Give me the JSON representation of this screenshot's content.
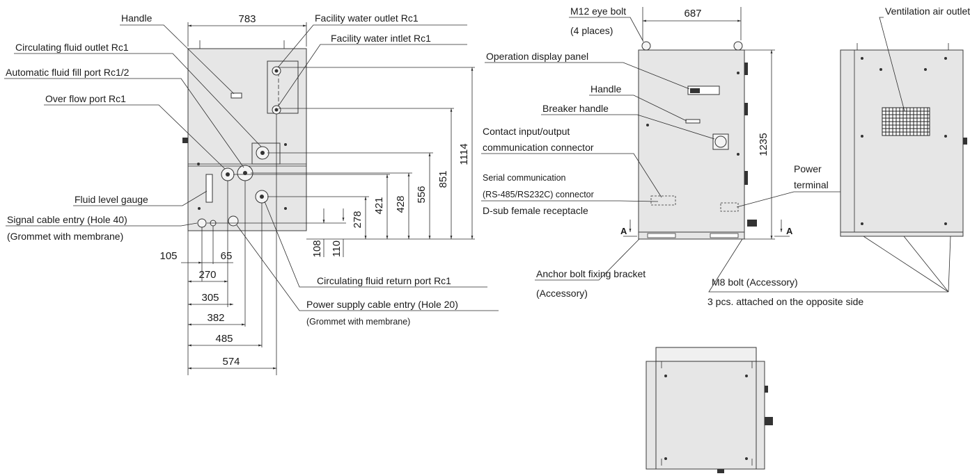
{
  "front_view": {
    "callouts": {
      "handle": "Handle",
      "circ_outlet": "Circulating fluid outlet Rc1",
      "auto_fill": "Automatic fluid fill port Rc1/2",
      "overflow": "Over flow port Rc1",
      "level_gauge": "Fluid level gauge",
      "signal_entry": "Signal cable entry (Hole 40)",
      "signal_grommet": "(Grommet with membrane)",
      "facility_outlet": "Facility water outlet Rc1",
      "facility_inlet": "Facility water intlet Rc1",
      "circ_return": "Circulating fluid return port Rc1",
      "power_entry": "Power supply cable entry (Hole 20)",
      "power_grommet": "(Grommet with membrane)"
    },
    "dims": {
      "width_top": "783",
      "h1114": "1114",
      "h851": "851",
      "h556": "556",
      "h428": "428",
      "h421": "421",
      "h278": "278",
      "h108": "108",
      "h110": "110",
      "d105": "105",
      "d65": "65",
      "d270": "270",
      "d305": "305",
      "d382": "382",
      "d485": "485",
      "d574": "574"
    }
  },
  "side_view": {
    "callouts": {
      "eye_bolt": "M12 eye bolt",
      "eye_bolt_places": "(4 places)",
      "op_panel": "Operation display panel",
      "handle": "Handle",
      "breaker": "Breaker handle",
      "contact_io_1": "Contact input/output",
      "contact_io_2": "communication connector",
      "serial_1": "Serial communication",
      "serial_2": "(RS-485/RS232C) connector",
      "dsub": "D-sub female receptacle",
      "power_term_1": "Power",
      "power_term_2": "terminal",
      "anchor_1": "Anchor bolt fixing bracket",
      "anchor_2": "(Accessory)",
      "m8": "M8 bolt (Accessory)",
      "opposite": "3 pcs. attached on the opposite side"
    },
    "dims": {
      "width": "687",
      "height": "1235"
    },
    "section_a": "A"
  },
  "rear_view": {
    "callouts": {
      "vent": "Ventilation air outlet"
    }
  }
}
